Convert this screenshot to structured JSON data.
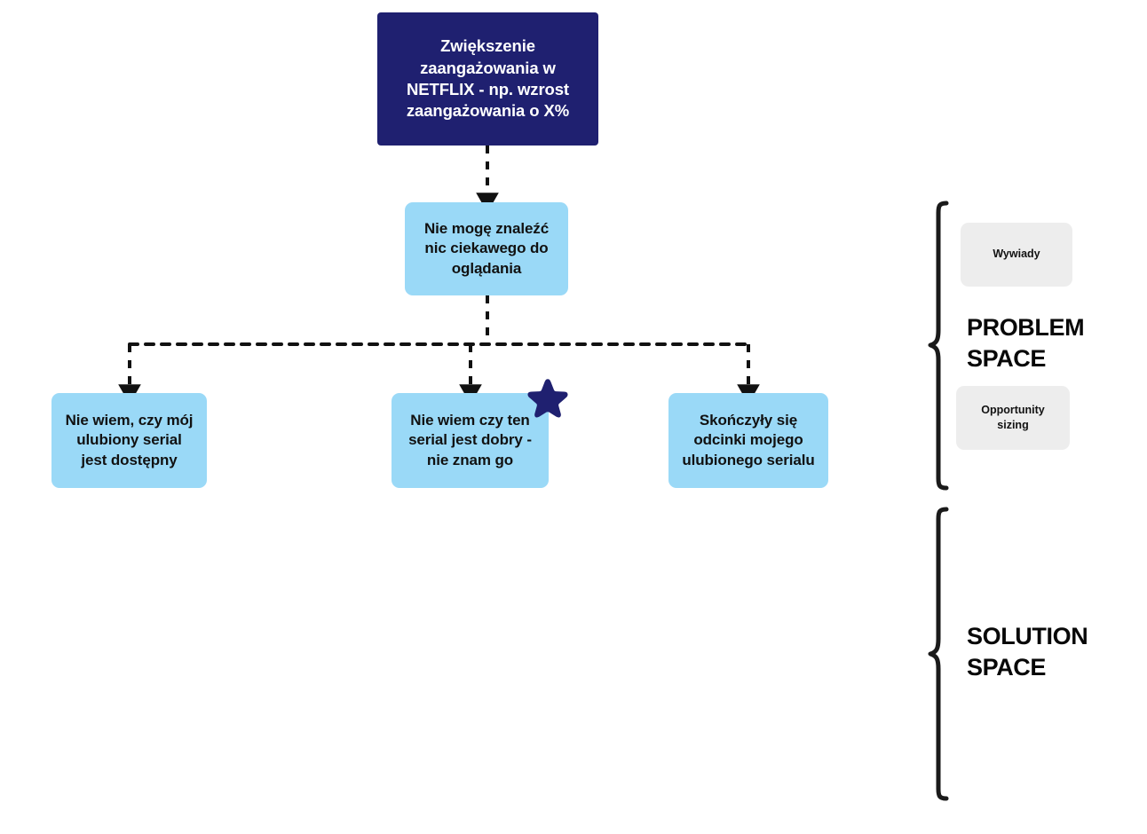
{
  "diagram": {
    "title_hidden": "",
    "colors": {
      "root_fill": "#1f2070",
      "problem_fill": "#9ad9f7",
      "chip_fill": "#ededed",
      "star_fill": "#1f2070",
      "connector": "#111111",
      "text_dark": "#111111",
      "text_light": "#ffffff",
      "background": "#ffffff"
    },
    "root": {
      "label": "Zwiększenie zaangażowania w NETFLIX - np. wzrost zaangażowania o X%"
    },
    "level1": {
      "label": "Nie mogę znaleźć nic ciekawego do oglądania"
    },
    "level2": [
      {
        "label": "Nie wiem, czy mój ulubiony serial jest dostępny",
        "starred": false
      },
      {
        "label": "Nie wiem czy ten serial jest dobry - nie znam go",
        "starred": true
      },
      {
        "label": "Skończyły się odcinki mojego ulubionego serialu",
        "starred": false
      }
    ],
    "star_badge": {
      "icon": "star-icon"
    },
    "rail": {
      "problem": {
        "title": "PROBLEM SPACE",
        "chips": [
          {
            "label": "Wywiady"
          },
          {
            "label": "Opportunity sizing"
          }
        ]
      },
      "solution": {
        "title": "SOLUTION SPACE",
        "chips": []
      }
    }
  }
}
